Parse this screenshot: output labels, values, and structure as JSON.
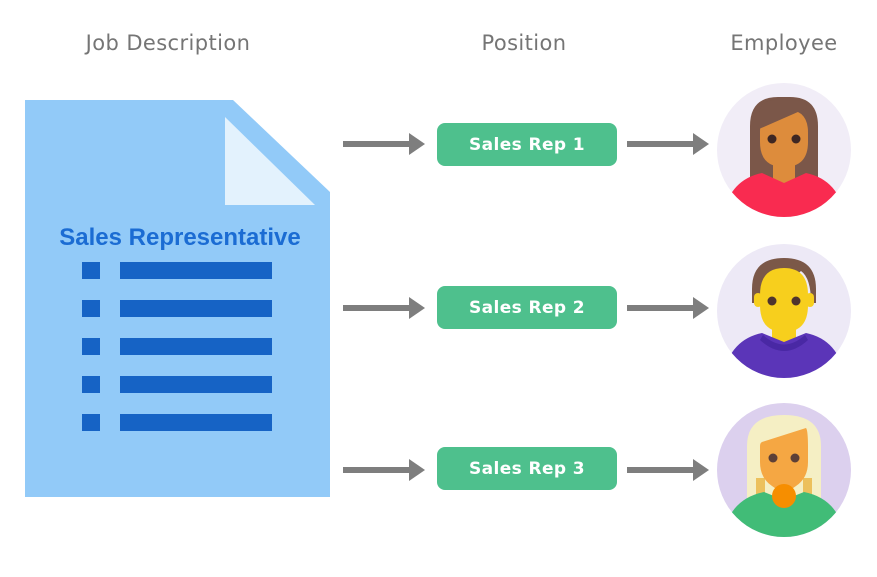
{
  "headers": {
    "job_description": "Job Description",
    "position": "Position",
    "employee": "Employee"
  },
  "document": {
    "title": "Sales Representative",
    "line_count": 5,
    "colors": {
      "body": "#92CAF8",
      "fold": "#E3F2FD",
      "ink": "#1663C5",
      "title": "#1B6CD3"
    }
  },
  "positions": [
    {
      "label": "Sales Rep 1"
    },
    {
      "label": "Sales Rep 2"
    },
    {
      "label": "Sales Rep 3"
    }
  ],
  "employees": [
    {
      "avatar": "woman-brown-hair-red-shirt",
      "colors": {
        "bg": "#F1EDF7",
        "hair": "#7B5749",
        "hair2": "#7B5749",
        "skin": "#DD8C3C",
        "eyes": "#3E2723",
        "shirt": "#F92B50",
        "accent": "#F92B50"
      }
    },
    {
      "avatar": "man-brown-hair-purple-shirt",
      "colors": {
        "bg": "#EDE9F6",
        "hair": "#7B5848",
        "hair2": "#7B5848",
        "skin": "#F7CF1D",
        "eyes": "#4E342E",
        "shirt": "#5B35B8",
        "accent": "#4928A4"
      }
    },
    {
      "avatar": "woman-blonde-hair-green-shirt",
      "colors": {
        "bg": "#DCD0EE",
        "hair": "#F5EFC4",
        "hair2": "#ECC05C",
        "skin": "#F5A743",
        "eyes": "#5D4037",
        "shirt": "#41BC77",
        "accent": "#F68E00"
      }
    }
  ],
  "colors": {
    "green": "#4EC08D",
    "arrow": "#7E7E7E",
    "header_text": "#757575"
  }
}
